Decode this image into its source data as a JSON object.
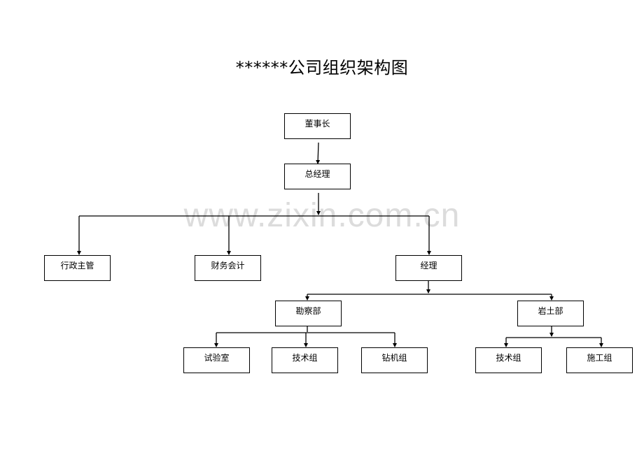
{
  "title": "******公司组织架构图",
  "watermark": "www.zixin.com.cn",
  "nodes": {
    "chairman": "董事长",
    "general_manager": "总经理",
    "admin_supervisor": "行政主管",
    "finance_accounting": "财务会计",
    "manager": "经理",
    "survey_dept": "勘察部",
    "geotech_dept": "岩土部",
    "laboratory": "试验室",
    "tech_group_survey": "技术组",
    "drilling_group": "钻机组",
    "tech_group_geotech": "技术组",
    "construction_group": "施工组"
  }
}
